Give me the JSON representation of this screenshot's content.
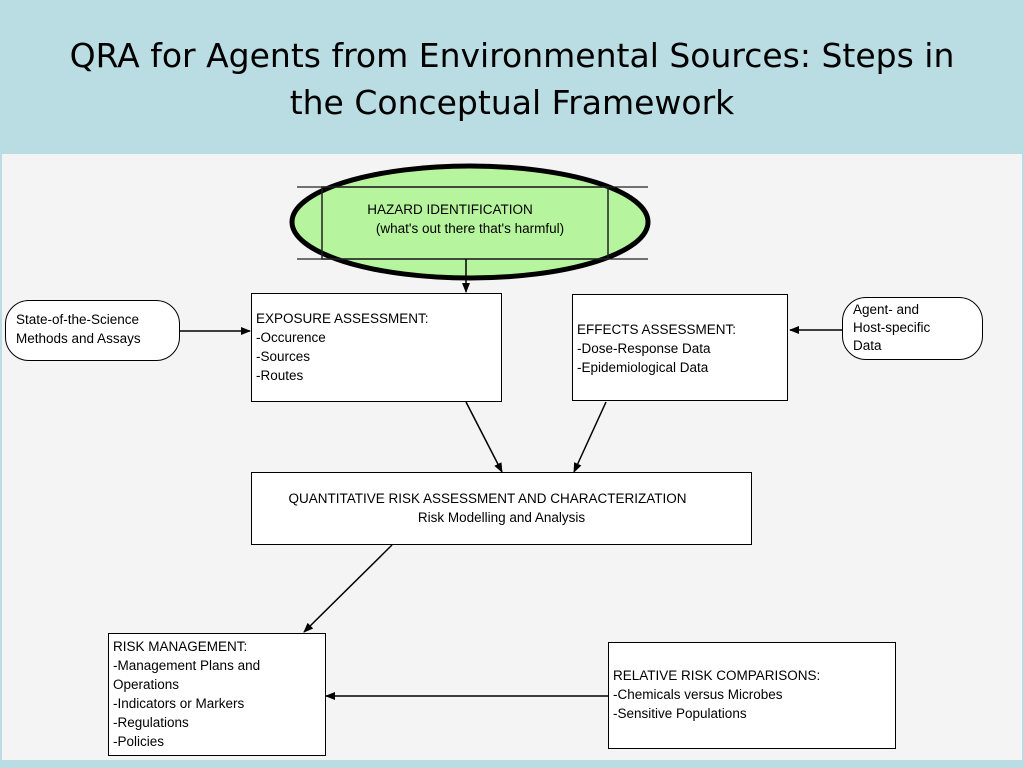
{
  "slide": {
    "title_line1": "QRA for Agents from  Environmental Sources: Steps in",
    "title_line2": "the Conceptual Framework"
  },
  "nodes": {
    "hazard": {
      "line1": "HAZARD IDENTIFICATION",
      "line2": "(what's out there that's harmful)"
    },
    "state_of_science": {
      "line1": "State-of-the-Science",
      "line2": "Methods and Assays"
    },
    "exposure": {
      "heading": "EXPOSURE ASSESSMENT:",
      "items": [
        "-Occurence",
        "-Sources",
        "-Routes"
      ]
    },
    "effects": {
      "heading": "EFFECTS ASSESSMENT:",
      "items": [
        "-Dose-Response Data",
        "-Epidemiological Data"
      ]
    },
    "agent_host": {
      "line1": "Agent- and",
      "line2": "Host-specific",
      "line3": "Data"
    },
    "qra": {
      "line1": "QUANTITATIVE RISK ASSESSMENT AND CHARACTERIZATION",
      "line2": "Risk Modelling and Analysis"
    },
    "risk_management": {
      "heading": "RISK MANAGEMENT:",
      "items": [
        "-Management Plans and",
        "Operations",
        "-Indicators or Markers",
        "-Regulations",
        "-Policies"
      ]
    },
    "relative_risk": {
      "heading": "RELATIVE RISK COMPARISONS:",
      "items": [
        "-Chemicals versus Microbes",
        "-Sensitive Populations"
      ]
    }
  },
  "colors": {
    "background": "#b9dde3",
    "highlight": "#b6f59d",
    "canvas": "#f4f4f4"
  }
}
